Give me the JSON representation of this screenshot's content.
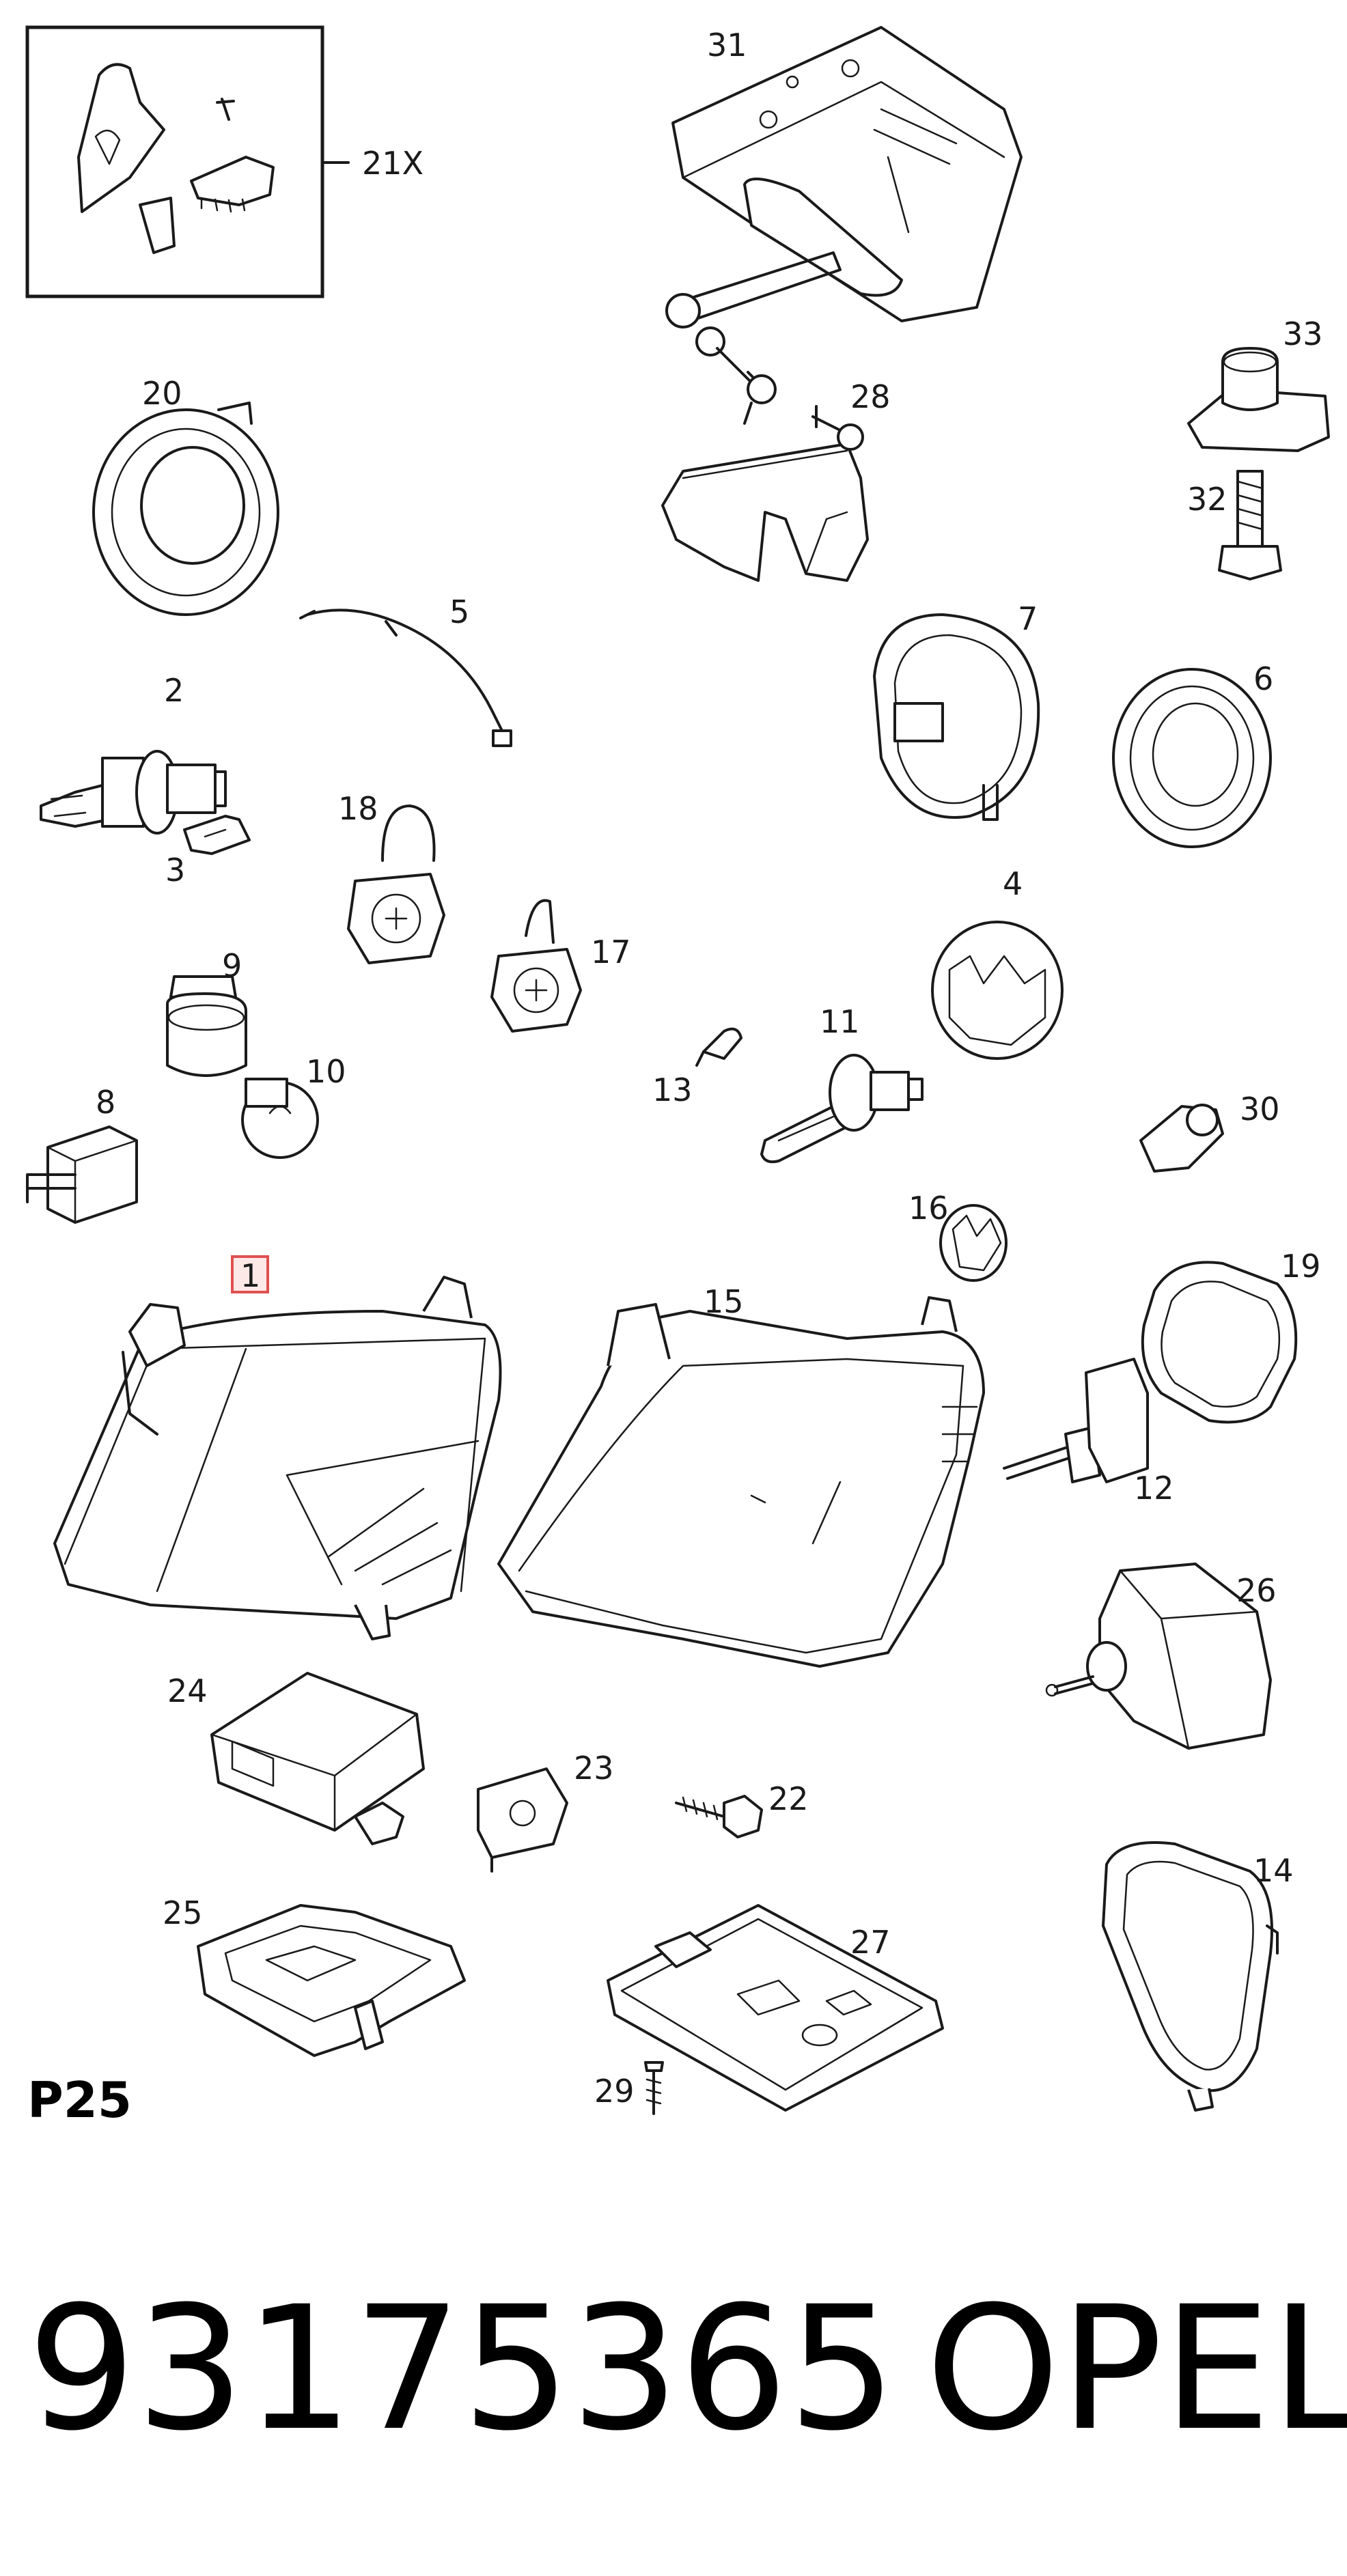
{
  "callouts": {
    "c21x": "21X",
    "c31": "31",
    "c20": "20",
    "c28": "28",
    "c33": "33",
    "c32": "32",
    "c5": "5",
    "c7": "7",
    "c2": "2",
    "c6": "6",
    "c3": "3",
    "c18": "18",
    "c4": "4",
    "c17": "17",
    "c9": "9",
    "c11": "11",
    "c10": "10",
    "c13": "13",
    "c8": "8",
    "c30": "30",
    "c16": "16",
    "c1": "1",
    "c19": "19",
    "c15": "15",
    "c12": "12",
    "c26": "26",
    "c24": "24",
    "c23": "23",
    "c22": "22",
    "c14": "14",
    "c25": "25",
    "c27": "27",
    "c29": "29"
  },
  "page_code": "P25",
  "part_number": "93175365",
  "brand": "OPEL",
  "colors": {
    "line": "#1a1a1a",
    "highlight_box": "#e05050",
    "highlight_fill": "#fde8e8"
  }
}
